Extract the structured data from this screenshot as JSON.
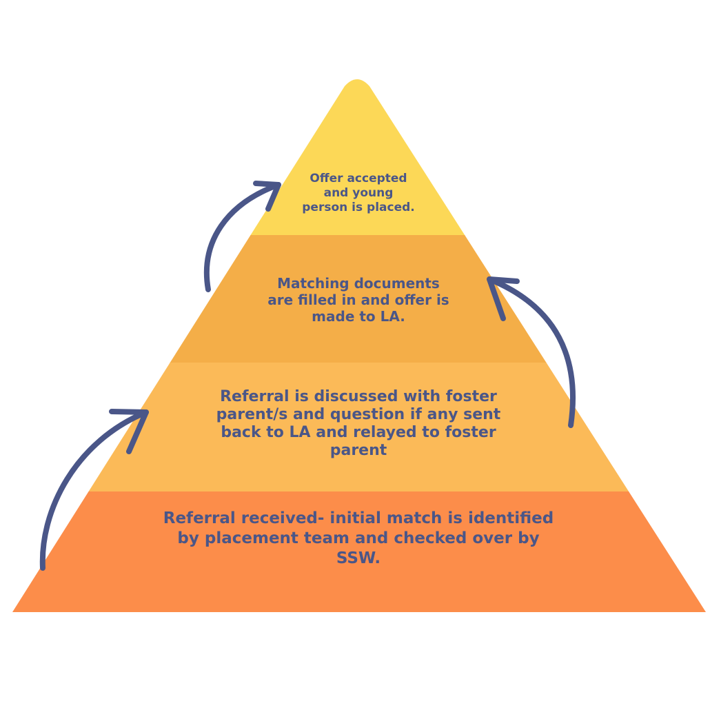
{
  "colors": {
    "tier_1": "#fcd857",
    "tier_2": "#f4ae48",
    "tier_3": "#fbba58",
    "tier_4": "#fc8d4a",
    "text": "#4a5688",
    "arrow": "#4a5688",
    "background": "#ffffff"
  },
  "tiers": [
    {
      "text": "Offer accepted\nand young\nperson is placed."
    },
    {
      "text": "Matching documents\nare filled in and offer is\nmade to LA."
    },
    {
      "text": "Referral is discussed with foster\nparent/s and question if any sent\nback to LA and relayed to foster\nparent"
    },
    {
      "text": "Referral received- initial match is identified\nby placement team and checked over by\nSSW."
    }
  ],
  "arrows": [
    {
      "icon": "curved-arrow-icon",
      "direction": "up-right"
    },
    {
      "icon": "curved-arrow-icon",
      "direction": "up-right"
    },
    {
      "icon": "curved-arrow-icon",
      "direction": "up-left"
    }
  ]
}
